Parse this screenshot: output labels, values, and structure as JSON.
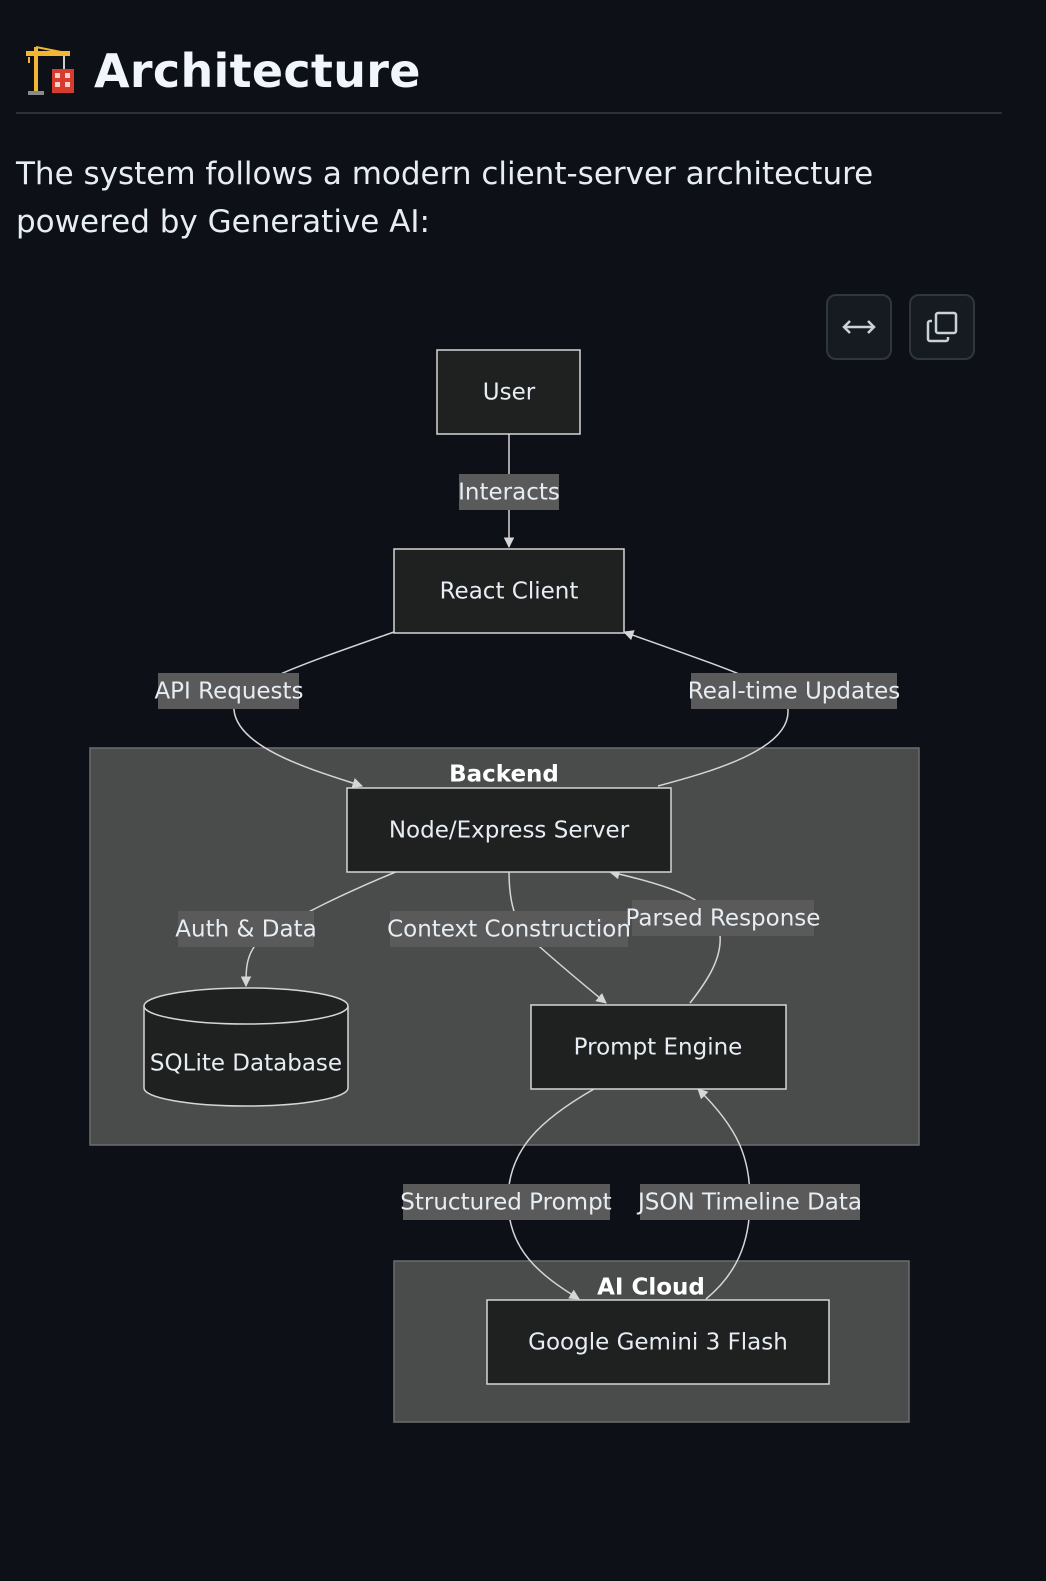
{
  "heading": {
    "icon": "construction-crane-icon",
    "title": "Architecture"
  },
  "intro": "The system follows a modern client-server architecture powered by Generative AI:",
  "toolbar": {
    "expand_icon": "expand-horizontal-icon",
    "copy_icon": "copy-icon"
  },
  "colors": {
    "page_bg": "#0d1117",
    "node_bg": "#1f2020",
    "cluster_bg": "#4a4b4b",
    "label_bg": "#5a5a5a",
    "line": "#d6d6d6"
  },
  "diagram": {
    "nodes": {
      "user": "User",
      "react_client": "React Client",
      "node_server": "Node/Express Server",
      "sqlite": "SQLite Database",
      "prompt_engine": "Prompt Engine",
      "gemini": "Google Gemini 3 Flash"
    },
    "clusters": {
      "backend": "Backend",
      "ai_cloud": "AI Cloud"
    },
    "edges": {
      "interacts": "Interacts",
      "api_requests": "API Requests",
      "realtime_updates": "Real-time Updates",
      "auth_data": "Auth & Data",
      "context_construction": "Context Construction",
      "parsed_response": "Parsed Response",
      "structured_prompt": "Structured Prompt",
      "json_timeline": "JSON Timeline Data"
    }
  }
}
